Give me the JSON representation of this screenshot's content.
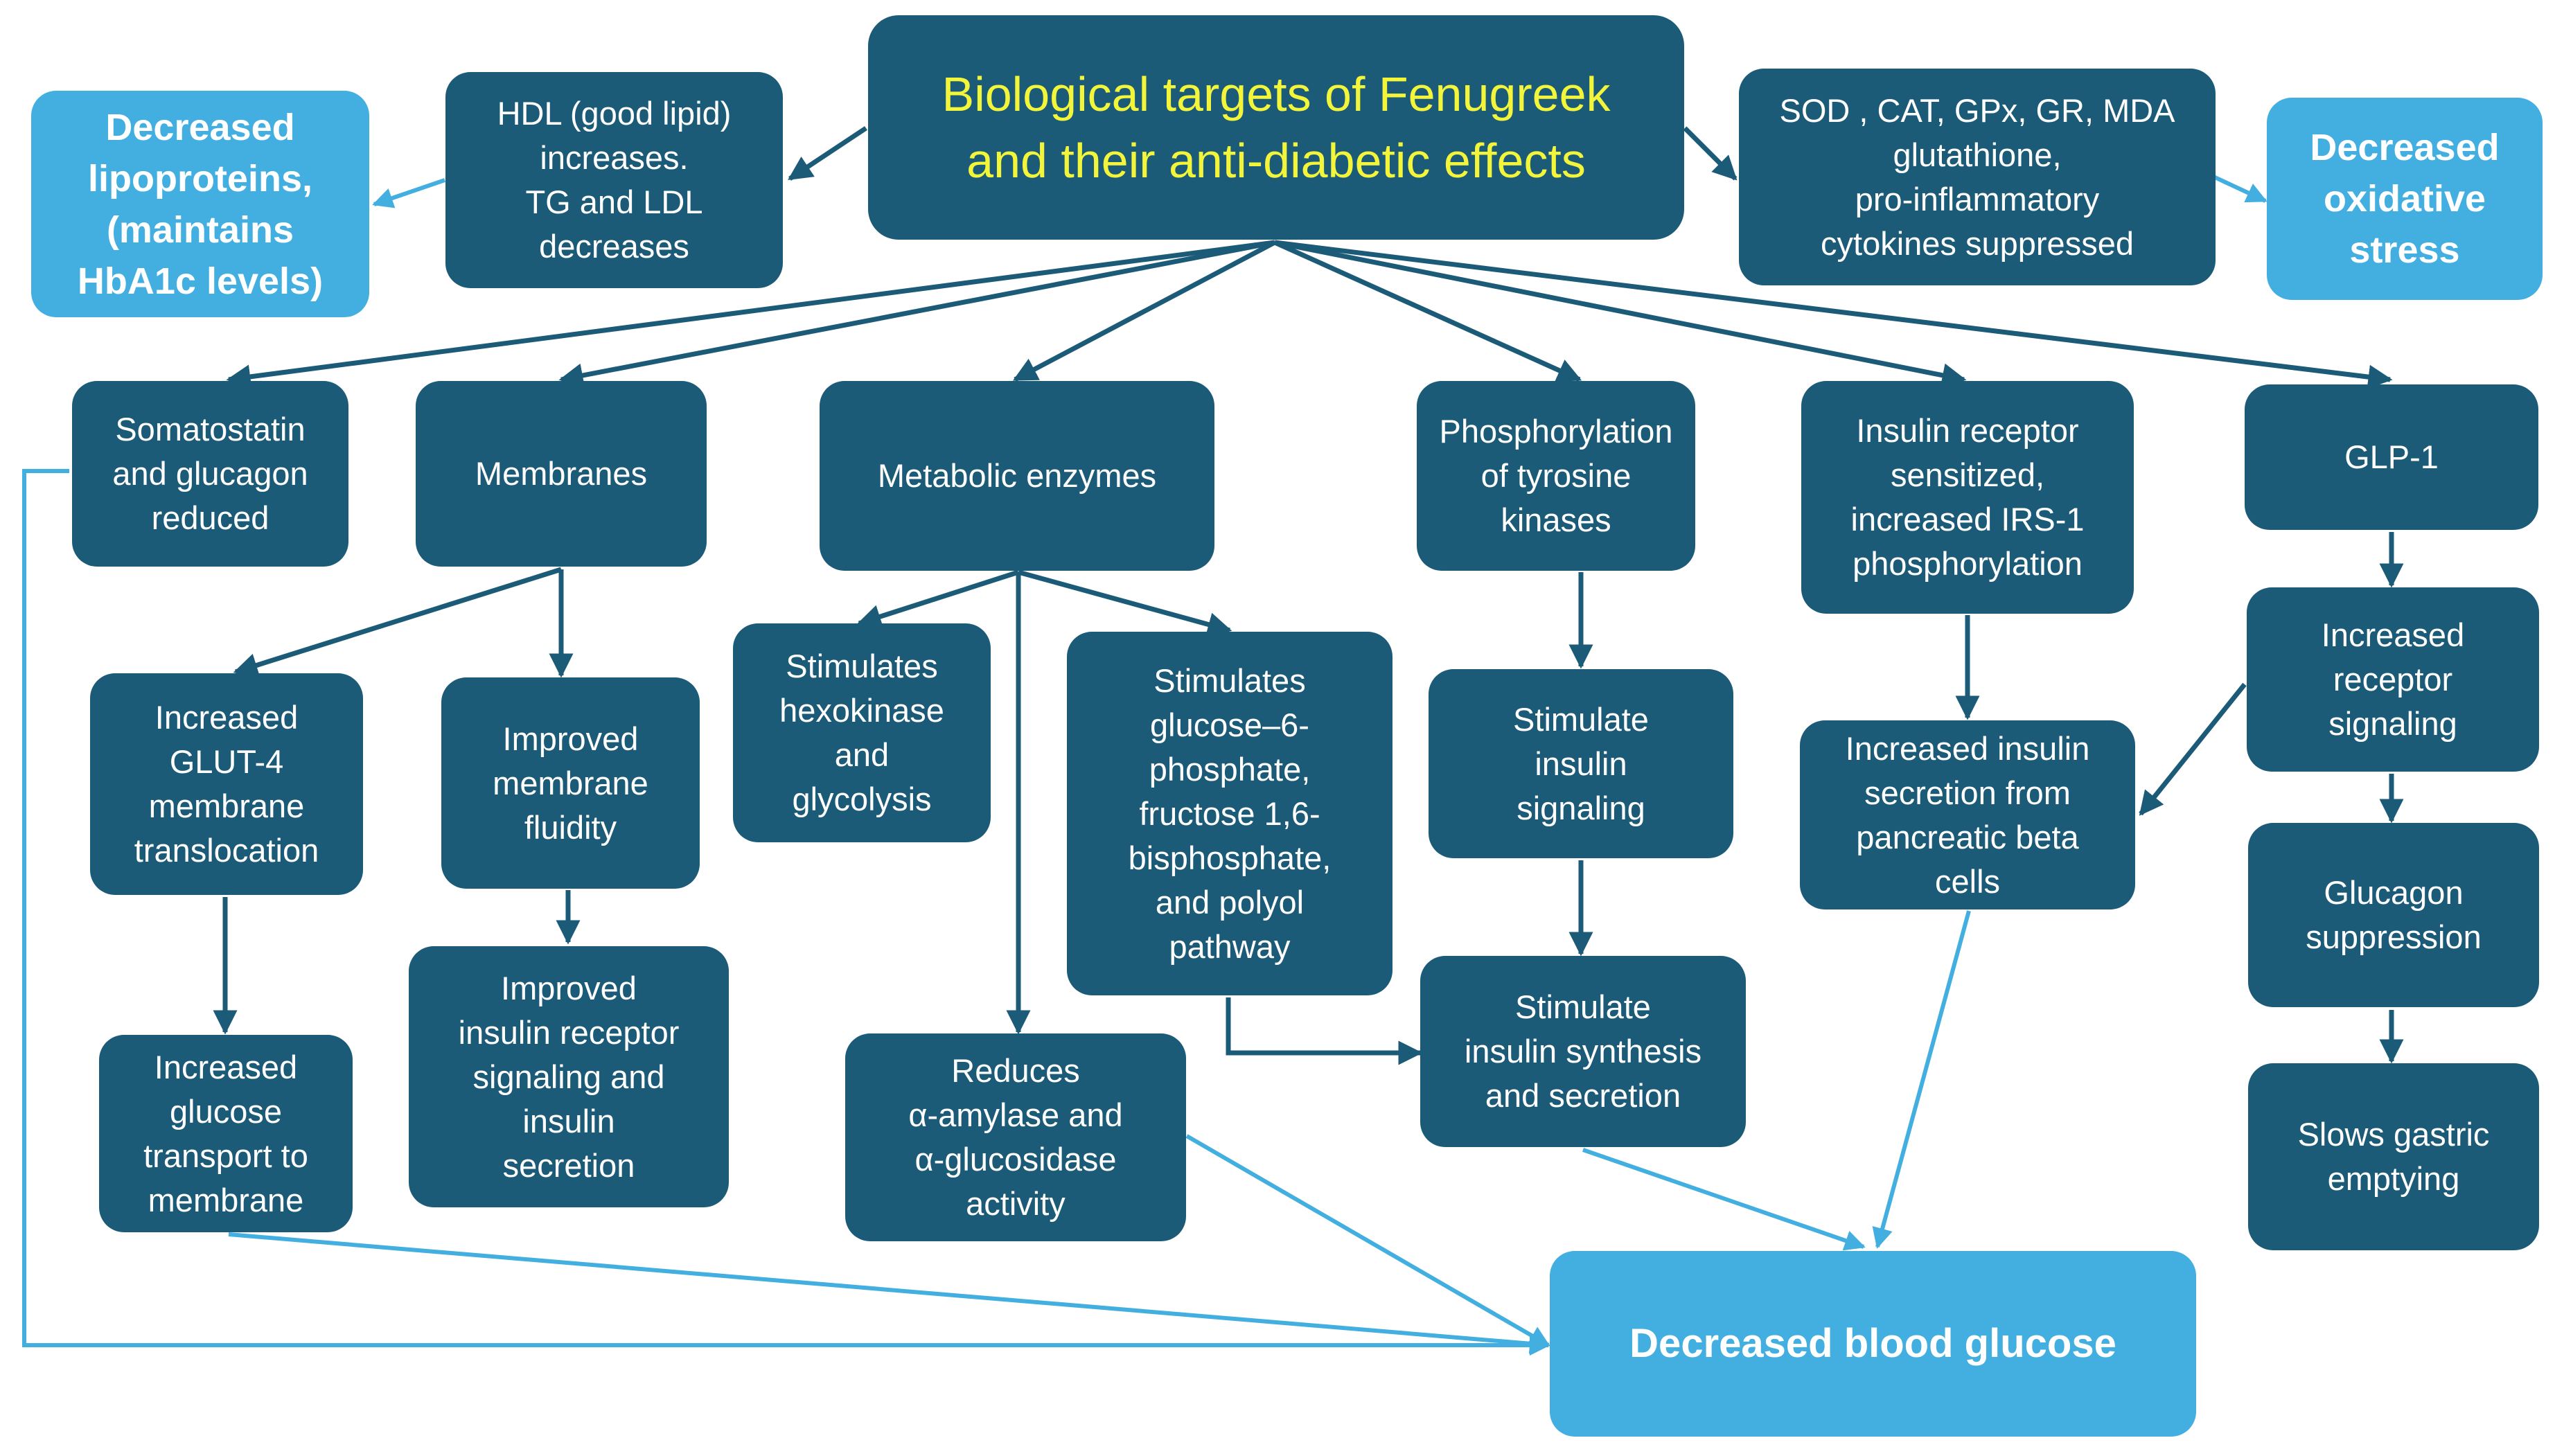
{
  "colors": {
    "dark_box": "#1b5b78",
    "light_box": "#42afe0",
    "title_text": "#f3f53b",
    "dark_arrow": "#1b5b78",
    "light_arrow": "#42afe0"
  },
  "title": "Biological targets of Fenugreek\nand their anti-diabetic effects",
  "top": {
    "lipids": "HDL (good lipid)\nincreases.\nTG and LDL\ndecreases",
    "lipids_outcome": "Decreased\nlipoproteins,\n(maintains\nHbA1c  levels)",
    "oxidative": "SOD , CAT, GPx, GR, MDA\nglutathione,\npro-inflammatory\ncytokines suppressed",
    "oxidative_outcome": "Decreased\noxidative\nstress"
  },
  "targets": {
    "somatostatin": "Somatostatin\nand glucagon\nreduced",
    "membranes": "Membranes",
    "metabolic_enzymes": "Metabolic enzymes",
    "phosphorylation": "Phosphorylation\nof tyrosine\nkinases",
    "insulin_receptor": "Insulin receptor\nsensitized,\nincreased IRS-1\nphosphorylation",
    "glp1": "GLP-1"
  },
  "effects": {
    "glut4": "Increased\nGLUT-4\nmembrane\ntranslocation",
    "glucose_transport": "Increased\nglucose\ntransport to\nmembrane",
    "membrane_fluidity": "Improved\nmembrane\nfluidity",
    "insulin_receptor_signaling": "Improved\ninsulin receptor\nsignaling and\ninsulin\nsecretion",
    "hexokinase": "Stimulates\nhexokinase\nand\nglycolysis",
    "g6p": "Stimulates\nglucose–6-\nphosphate,\nfructose 1,6-\nbisphosphate,\nand polyol\npathway",
    "amylase": "Reduces\nα-amylase and\nα-glucosidase\nactivity",
    "insulin_signaling": "Stimulate\ninsulin\nsignaling",
    "insulin_synthesis": "Stimulate\ninsulin synthesis\nand secretion",
    "insulin_secretion_beta": "Increased insulin\nsecretion from\npancreatic beta\ncells",
    "receptor_signaling": "Increased\nreceptor\nsignaling",
    "glucagon_suppression": "Glucagon\nsuppression",
    "gastric_emptying": "Slows gastric\nemptying"
  },
  "outcome": "Decreased blood glucose"
}
